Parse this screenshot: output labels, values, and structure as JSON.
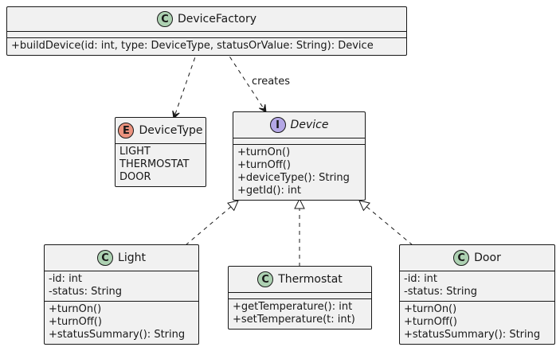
{
  "diagram": {
    "classes": [
      {
        "id": "DeviceFactory",
        "stereotype": "C",
        "name": "DeviceFactory",
        "italic": false,
        "fields": [],
        "methods": [
          "+buildDevice(id: int, type: DeviceType, statusOrValue: String): Device"
        ]
      },
      {
        "id": "DeviceType",
        "stereotype": "E",
        "name": "DeviceType",
        "italic": false,
        "fields": [
          "LIGHT",
          "THERMOSTAT",
          "DOOR"
        ],
        "methods": null
      },
      {
        "id": "Device",
        "stereotype": "I",
        "name": "Device",
        "italic": true,
        "fields": [],
        "methods": [
          "+turnOn()",
          "+turnOff()",
          "+deviceType(): String",
          "+getId(): int"
        ]
      },
      {
        "id": "Light",
        "stereotype": "C",
        "name": "Light",
        "italic": false,
        "fields": [
          "-id: int",
          "-status: String"
        ],
        "methods": [
          "+turnOn()",
          "+turnOff()",
          "+statusSummary(): String"
        ]
      },
      {
        "id": "Thermostat",
        "stereotype": "C",
        "name": "Thermostat",
        "italic": false,
        "fields": [],
        "methods": [
          "+getTemperature(): int",
          "+setTemperature(t: int)"
        ]
      },
      {
        "id": "Door",
        "stereotype": "C",
        "name": "Door",
        "italic": false,
        "fields": [
          "-id: int",
          "-status: String"
        ],
        "methods": [
          "+turnOn()",
          "+turnOff()",
          "+statusSummary(): String"
        ]
      }
    ],
    "relations": [
      {
        "id": "factory-to-devicetype",
        "from": "DeviceFactory",
        "to": "DeviceType",
        "kind": "dependency",
        "label": ""
      },
      {
        "id": "factory-to-device",
        "from": "DeviceFactory",
        "to": "Device",
        "kind": "dependency",
        "label": "creates"
      },
      {
        "id": "light-implements-device",
        "from": "Light",
        "to": "Device",
        "kind": "realization",
        "label": ""
      },
      {
        "id": "thermostat-implements-device",
        "from": "Thermostat",
        "to": "Device",
        "kind": "realization",
        "label": ""
      },
      {
        "id": "door-implements-device",
        "from": "Door",
        "to": "Device",
        "kind": "realization",
        "label": ""
      }
    ],
    "colors": {
      "box_fill": "#f1f1f1",
      "border": "#181818",
      "class_circle": "#add1b2",
      "enum_circle": "#eb937f",
      "interface_circle": "#b4a7e5"
    }
  }
}
